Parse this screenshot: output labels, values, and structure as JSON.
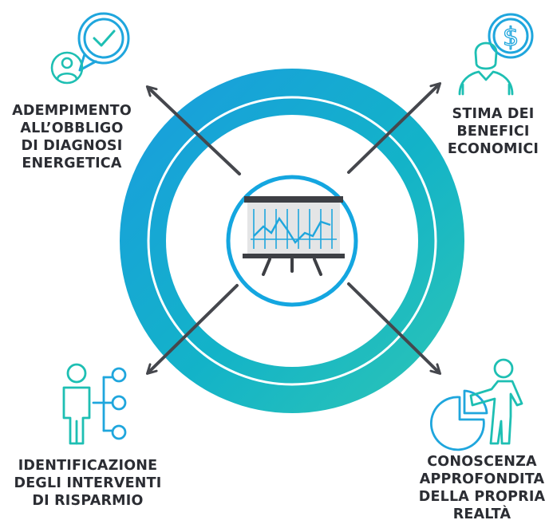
{
  "colors": {
    "ring_outer_start": "#1fa3dd",
    "ring_outer_end": "#22c2b6",
    "ring_inner": "#14a6e0",
    "icon_blue": "#1fa6dd",
    "icon_teal": "#1ebfb3",
    "arrow": "#45474d",
    "text": "#2b2d33",
    "board_bg": "#e6e7e8",
    "board_frame": "#3d3f44",
    "chart_line": "#1fa6dd"
  },
  "labels": {
    "top_left": [
      "ADEMPIMENTO",
      "ALL’OBBLIGO",
      "DI DIAGNOSI",
      "ENERGETICA"
    ],
    "top_right": [
      "STIMA DEI",
      "BENEFICI",
      "ECONOMICI"
    ],
    "bottom_left": [
      "IDENTIFICAZIONE",
      "DEGLI INTERVENTI",
      "DI RISPARMIO"
    ],
    "bottom_right": [
      "CONOSCENZA",
      "APPROFONDITA",
      "DELLA PROPRIA",
      "REALTÀ"
    ]
  },
  "icons": {
    "center": "presentation-board-icon",
    "top_left": "person-checkmark-bubble-icon",
    "top_right": "person-dollar-icon",
    "bottom_left": "person-branch-network-icon",
    "bottom_right": "person-pie-chart-icon"
  },
  "currency_symbol": "$"
}
